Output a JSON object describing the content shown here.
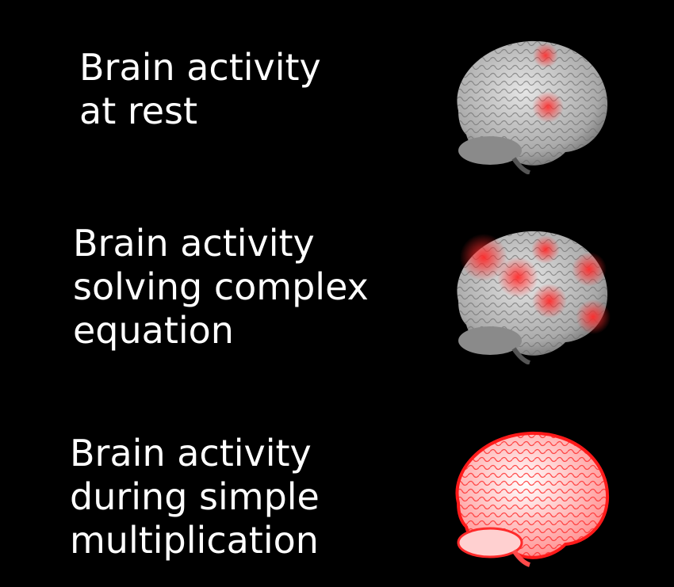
{
  "panels": [
    {
      "lines": [
        "Brain activity",
        "at rest"
      ],
      "brain_state": "few-small-red-spots"
    },
    {
      "lines": [
        "Brain activity",
        "solving complex",
        "equation"
      ],
      "brain_state": "several-large-red-spots"
    },
    {
      "lines": [
        "Brain activity",
        "during simple",
        "multiplication"
      ],
      "brain_state": "entire-brain-glowing-red"
    }
  ],
  "colors": {
    "background": "#000000",
    "text": "#ffffff",
    "activation": "#ff2a2a",
    "brain": "#cfcfcf"
  }
}
